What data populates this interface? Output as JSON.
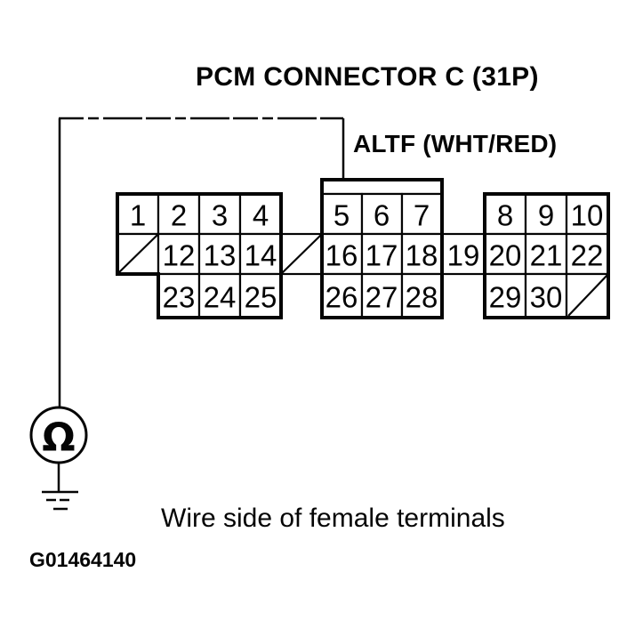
{
  "colors": {
    "ink": "#050505",
    "paper": "#ffffff"
  },
  "title": "PCM CONNECTOR C (31P)",
  "wire_label": "ALTF (WHT/RED)",
  "caption": "Wire side of female terminals",
  "figure_id": "G01464140",
  "meter": {
    "symbol": "Ω",
    "name": "ohmmeter"
  },
  "connector": {
    "left": {
      "row1": [
        "1",
        "2",
        "3",
        "4"
      ],
      "row2": [
        "12",
        "13",
        "14"
      ],
      "row3": [
        "23",
        "24",
        "25"
      ]
    },
    "middle": {
      "row1": [
        "5",
        "6",
        "7"
      ],
      "row2": [
        "16",
        "17",
        "18"
      ],
      "row3": [
        "26",
        "27",
        "28"
      ]
    },
    "bridge": {
      "pin": "19"
    },
    "right": {
      "row1": [
        "8",
        "9",
        "10"
      ],
      "row2": [
        "20",
        "21",
        "22"
      ],
      "row3": [
        "29",
        "30"
      ]
    }
  }
}
